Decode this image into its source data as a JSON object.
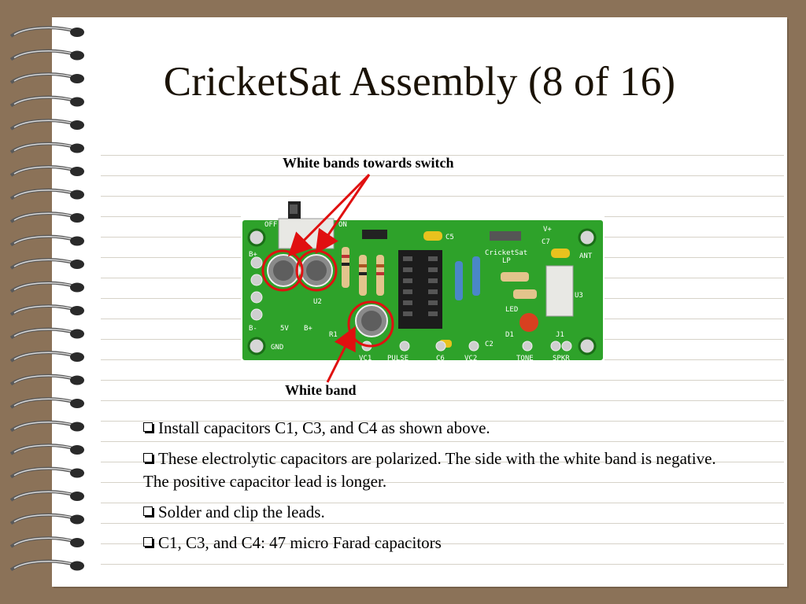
{
  "slide": {
    "title": "CricketSat Assembly (8 of 16)"
  },
  "callouts": {
    "top": "White bands towards switch",
    "bottom": "White band"
  },
  "bullets": [
    "Install capacitors C1, C3, and C4 as shown above.",
    "These electrolytic capacitors are polarized.  The side with the white band is negative.  The positive capacitor lead is longer.",
    "Solder and clip the leads.",
    "C1, C3, and C4:  47 micro Farad capacitors"
  ],
  "board": {
    "labels": {
      "off": "OFF",
      "on": "ON",
      "b_plus": "B+",
      "b_minus": "B-",
      "u2": "U2",
      "five_v": "5V",
      "b_plus2": "B+",
      "gnd": "GND",
      "r1": "R1",
      "vc1": "VC1",
      "pulse": "PULSE",
      "c6": "C6",
      "vc2": "VC2",
      "c5": "C5",
      "c2": "C2",
      "d1": "D1",
      "tone": "TONE",
      "j1": "J1",
      "spkr": "SPKR",
      "v_plus": "V+",
      "c7": "C7",
      "ant": "ANT",
      "brand": "CricketSat",
      "lp": "LP",
      "led": "LED",
      "u3": "U3"
    }
  },
  "colors": {
    "background": "#8b7258",
    "board_green": "#2ea22a",
    "arrow_red": "#e01010"
  }
}
